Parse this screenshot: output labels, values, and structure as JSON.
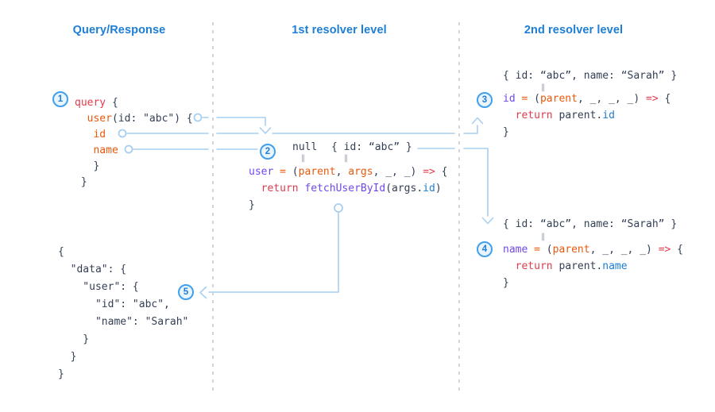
{
  "columns": [
    {
      "label": "Query/Response"
    },
    {
      "label": "1st resolver level"
    },
    {
      "label": "2nd resolver level"
    }
  ],
  "badges": {
    "b1": "1",
    "b2": "2",
    "b3": "3",
    "b4": "4",
    "b5": "5"
  },
  "eq_symbol": "‖",
  "colors": {
    "header_blue": "#1c7ed6",
    "code_navy": "#333f55",
    "code_red": "#e33b4c",
    "code_orange": "#e8590c",
    "code_purple": "#7048e8",
    "code_blue": "#1c7ed6",
    "arrow_blue": "#a9cff0",
    "divider_gray": "#d2d6dc",
    "badge_border": "#41a0ee",
    "badge_fill": "#eaf4fd"
  },
  "query_block": {
    "lines": [
      [
        {
          "t": "query",
          "c": "red"
        },
        {
          "t": " {",
          "c": "navy"
        }
      ],
      [
        {
          "t": "  ",
          "c": "navy"
        },
        {
          "t": "user",
          "c": "orange"
        },
        {
          "t": "(id: \"abc\") {",
          "c": "navy"
        }
      ],
      [
        {
          "t": "   ",
          "c": "navy"
        },
        {
          "t": "id",
          "c": "orange"
        }
      ],
      [
        {
          "t": "   ",
          "c": "navy"
        },
        {
          "t": "name",
          "c": "orange"
        }
      ],
      [
        {
          "t": "   }",
          "c": "navy"
        }
      ],
      [
        {
          "t": " }",
          "c": "navy"
        }
      ]
    ]
  },
  "response_block": {
    "lines": [
      [
        {
          "t": "{",
          "c": "navy"
        }
      ],
      [
        {
          "t": "  \"data\": {",
          "c": "navy"
        }
      ],
      [
        {
          "t": "    \"user\": {",
          "c": "navy"
        }
      ],
      [
        {
          "t": "      \"id\": \"abc\",",
          "c": "navy"
        }
      ],
      [
        {
          "t": "      \"name\": \"Sarah\"",
          "c": "navy"
        }
      ],
      [
        {
          "t": "    }",
          "c": "navy"
        }
      ],
      [
        {
          "t": "  }",
          "c": "navy"
        }
      ],
      [
        {
          "t": "}",
          "c": "navy"
        }
      ]
    ]
  },
  "resolver_user": {
    "pre_value": "null",
    "result_value": "{ id: “abc” }",
    "code": [
      [
        {
          "t": "user",
          "c": "purple"
        },
        {
          "t": " ",
          "c": "navy"
        },
        {
          "t": "=",
          "c": "orange"
        },
        {
          "t": " (",
          "c": "navy"
        },
        {
          "t": "parent",
          "c": "orange"
        },
        {
          "t": ", ",
          "c": "navy"
        },
        {
          "t": "args",
          "c": "orange"
        },
        {
          "t": ", _, _) ",
          "c": "navy"
        },
        {
          "t": "=>",
          "c": "red"
        },
        {
          "t": " {",
          "c": "navy"
        }
      ],
      [
        {
          "t": "  ",
          "c": "navy"
        },
        {
          "t": "return",
          "c": "red"
        },
        {
          "t": " ",
          "c": "navy"
        },
        {
          "t": "fetchUserById",
          "c": "purple"
        },
        {
          "t": "(args.",
          "c": "navy"
        },
        {
          "t": "id",
          "c": "blue"
        },
        {
          "t": ")",
          "c": "navy"
        }
      ],
      [
        {
          "t": "}",
          "c": "navy"
        }
      ]
    ]
  },
  "resolver_id": {
    "parent_value": "{ id: “abc”, name: “Sarah” }",
    "code": [
      [
        {
          "t": "id",
          "c": "purple"
        },
        {
          "t": " ",
          "c": "navy"
        },
        {
          "t": "=",
          "c": "orange"
        },
        {
          "t": " (",
          "c": "navy"
        },
        {
          "t": "parent",
          "c": "orange"
        },
        {
          "t": ", _, _, _) ",
          "c": "navy"
        },
        {
          "t": "=>",
          "c": "red"
        },
        {
          "t": " {",
          "c": "navy"
        }
      ],
      [
        {
          "t": "  ",
          "c": "navy"
        },
        {
          "t": "return",
          "c": "red"
        },
        {
          "t": " parent.",
          "c": "navy"
        },
        {
          "t": "id",
          "c": "blue"
        }
      ],
      [
        {
          "t": "}",
          "c": "navy"
        }
      ]
    ]
  },
  "resolver_name": {
    "parent_value": "{ id: “abc”, name: “Sarah” }",
    "code": [
      [
        {
          "t": "name",
          "c": "purple"
        },
        {
          "t": " ",
          "c": "navy"
        },
        {
          "t": "=",
          "c": "orange"
        },
        {
          "t": " (",
          "c": "navy"
        },
        {
          "t": "parent",
          "c": "orange"
        },
        {
          "t": ", _, _, _) ",
          "c": "navy"
        },
        {
          "t": "=>",
          "c": "red"
        },
        {
          "t": " {",
          "c": "navy"
        }
      ],
      [
        {
          "t": "  ",
          "c": "navy"
        },
        {
          "t": "return",
          "c": "red"
        },
        {
          "t": " parent.",
          "c": "navy"
        },
        {
          "t": "name",
          "c": "blue"
        }
      ],
      [
        {
          "t": "}",
          "c": "navy"
        }
      ]
    ]
  }
}
